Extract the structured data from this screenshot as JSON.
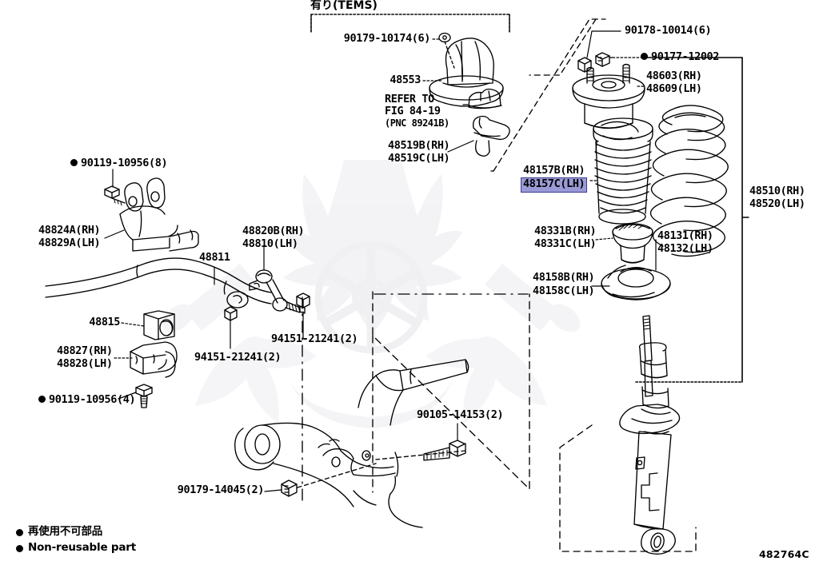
{
  "diagram": {
    "title_group": "有り(TEMS)",
    "figure_code": "482764C",
    "highlight_color": "#9a9ad6",
    "highlight_border": "#3b3b8f",
    "legend": [
      {
        "icon": "black-dot",
        "text": "再使用不可部品"
      },
      {
        "icon": "black-dot",
        "text": "Non-reusable part"
      }
    ],
    "labels": {
      "tems_group": "有り(TEMS)",
      "nut_90179_10174": "90179-10174(6)",
      "part_48553": "48553",
      "refer_line1": "REFER TO",
      "refer_line2": "FIG 84-19",
      "refer_line3": "(PNC 89241B)",
      "part_48519B_rh": "48519B(RH)",
      "part_48519C_lh": "48519C(LH)",
      "bolt_90178_10014": "90178-10014(6)",
      "nut_90177_12002": "90177-12002",
      "part_48603_rh": "48603(RH)",
      "part_48609_lh": "48609(LH)",
      "part_48157B_rh": "48157B(RH)",
      "part_48157C_lh": "48157C(LH)",
      "part_48510_rh": "48510(RH)",
      "part_48520_lh": "48520(LH)",
      "part_48331B_rh": "48331B(RH)",
      "part_48331C_lh": "48331C(LH)",
      "part_48131_rh": "48131(RH)",
      "part_48132_lh": "48132(LH)",
      "part_48158B_rh": "48158B(RH)",
      "part_48158C_lh": "48158C(LH)",
      "bolt_90119_10956_8": "90119-10956(8)",
      "part_48824A_rh": "48824A(RH)",
      "part_48829A_lh": "48829A(LH)",
      "part_48811": "48811",
      "part_48820B_rh": "48820B(RH)",
      "part_48810_lh": "48810(LH)",
      "part_48815": "48815",
      "part_48827_rh": "48827(RH)",
      "part_48828_lh": "48828(LH)",
      "nut_94151_21241_a": "94151-21241(2)",
      "nut_94151_21241_b": "94151-21241(2)",
      "bolt_90119_10956_4": "90119-10956(4)",
      "bolt_90105_14153": "90105-14153(2)",
      "nut_90179_14045": "90179-14045(2)"
    }
  }
}
